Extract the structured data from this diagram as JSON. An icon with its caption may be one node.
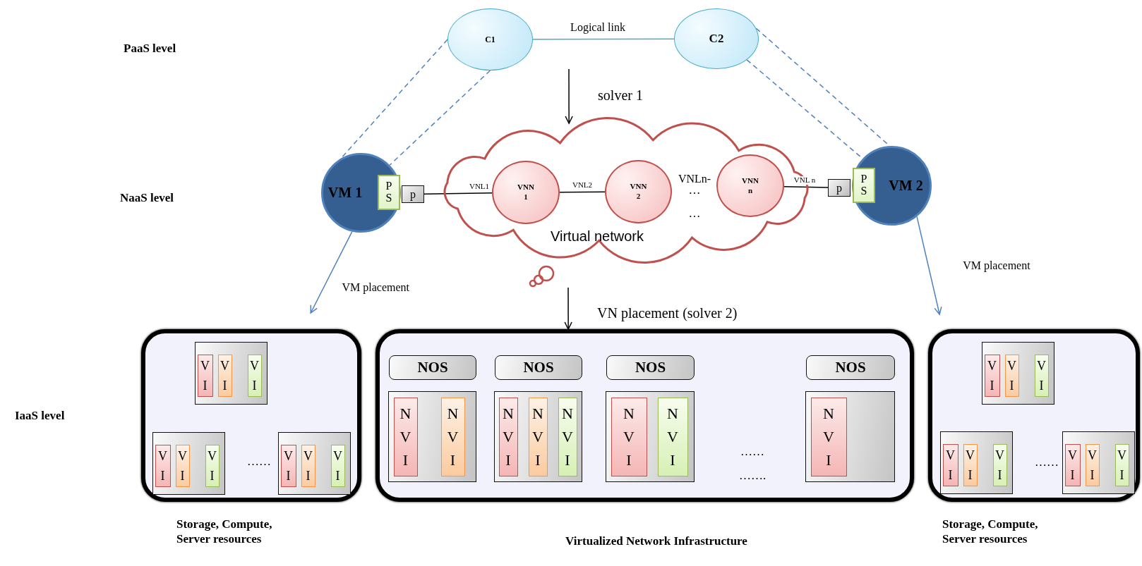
{
  "diagram": {
    "nodes": [
      {
        "text": [
          "C1"
        ]
      },
      {
        "text": [
          "C2"
        ]
      },
      {
        "text": [
          "VM 1"
        ]
      },
      {
        "text": [
          "P S"
        ],
        "in": 2
      },
      {
        "text": [
          "p"
        ]
      },
      {
        "text": [
          "Virtual network"
        ]
      },
      {
        "text": [
          "VNN 1"
        ],
        "in": 5
      },
      {
        "text": [
          "VNN 2"
        ],
        "in": 5
      },
      {
        "text": [
          "VNN n"
        ],
        "in": 5
      },
      {
        "text": [
          "p"
        ]
      },
      {
        "text": [
          "P S"
        ],
        "in": 11
      },
      {
        "text": [
          "VM 2"
        ]
      },
      {
        "text": [],
        "shape": "box",
        "beside": [
          "Storage, Compute, Server resources"
        ]
      },
      {
        "text": [],
        "shape": "box",
        "in": 12
      },
      {
        "text": [
          "V I"
        ],
        "in": 13
      },
      {
        "text": [
          "V I"
        ],
        "in": 13
      },
      {
        "text": [
          "V I"
        ],
        "in": 13
      },
      {
        "text": [],
        "shape": "box",
        "in": 12
      },
      {
        "text": [
          "V I"
        ],
        "in": 17
      },
      {
        "text": [
          "V I"
        ],
        "in": 17
      },
      {
        "text": [
          "V I"
        ],
        "in": 17
      },
      {
        "text": [],
        "shape": "box",
        "in": 12
      },
      {
        "text": [
          "V I"
        ],
        "in": 21
      },
      {
        "text": [
          "V I"
        ],
        "in": 21
      },
      {
        "text": [
          "V I"
        ],
        "in": 21
      },
      {
        "text": [],
        "shape": "box",
        "beside": [
          "Virtualized Network Infrastructure"
        ]
      },
      {
        "text": [
          "NOS"
        ],
        "in": 25
      },
      {
        "text": [
          "NOS"
        ],
        "in": 25
      },
      {
        "text": [
          "NOS"
        ],
        "in": 25
      },
      {
        "text": [
          "NOS"
        ],
        "in": 25
      },
      {
        "text": [],
        "shape": "box",
        "in": 25
      },
      {
        "text": [
          "N V I"
        ],
        "in": 30
      },
      {
        "text": [
          "N V I"
        ],
        "in": 30
      },
      {
        "text": [],
        "shape": "box",
        "in": 25
      },
      {
        "text": [
          "N V I"
        ],
        "in": 33
      },
      {
        "text": [
          "N V I"
        ],
        "in": 33
      },
      {
        "text": [
          "N V I"
        ],
        "in": 33
      },
      {
        "text": [],
        "shape": "box",
        "in": 25
      },
      {
        "text": [
          "N V I"
        ],
        "in": 37
      },
      {
        "text": [
          "N V I"
        ],
        "in": 37
      },
      {
        "text": [],
        "shape": "box",
        "in": 25
      },
      {
        "text": [
          "N V I"
        ],
        "in": 40
      },
      {
        "text": [],
        "shape": "box",
        "beside": [
          "Storage, Compute, Server resources"
        ]
      },
      {
        "text": [],
        "shape": "box",
        "in": 42
      },
      {
        "text": [
          "V I"
        ],
        "in": 43
      },
      {
        "text": [
          "V I"
        ],
        "in": 43
      },
      {
        "text": [
          "V I"
        ],
        "in": 43
      },
      {
        "text": [],
        "shape": "box",
        "in": 42
      },
      {
        "text": [
          "V I"
        ],
        "in": 47
      },
      {
        "text": [
          "V I"
        ],
        "in": 47
      },
      {
        "text": [
          "V I"
        ],
        "in": 47
      },
      {
        "text": [],
        "shape": "box",
        "in": 42
      },
      {
        "text": [
          "V I"
        ],
        "in": 51
      },
      {
        "text": [
          "V I"
        ],
        "in": 51
      },
      {
        "text": [
          "V I"
        ],
        "in": 51
      }
    ],
    "edges": [
      {
        "from": 0,
        "to": 1,
        "arrow": "none",
        "label": "Logical link",
        "color": "#4bacc6"
      },
      {
        "from": 0,
        "to": 2,
        "arrow": "none",
        "style": "dashed"
      },
      {
        "from": 0,
        "to": 2,
        "arrow": "none",
        "style": "dashed"
      },
      {
        "from": 1,
        "to": 11,
        "arrow": "none",
        "style": "dashed"
      },
      {
        "from": 1,
        "to": 11,
        "arrow": "none",
        "style": "dashed"
      },
      {
        "from": null,
        "to": 5,
        "arrow": "to",
        "label": "solver 1",
        "color": "#000000"
      },
      {
        "from": 4,
        "to": 6,
        "arrow": "none",
        "label": "VNL1",
        "color": "#000000"
      },
      {
        "from": 6,
        "to": 7,
        "arrow": "none",
        "label": "VNL2",
        "color": "#000000"
      },
      {
        "from": 8,
        "to": 9,
        "arrow": "none",
        "label": "VNL n",
        "color": "#000000"
      },
      {
        "from": 2,
        "to": 12,
        "arrow": "to",
        "label": "VM placement"
      },
      {
        "from": 11,
        "to": 42,
        "arrow": "to",
        "label": "VM placement"
      },
      {
        "from": 5,
        "to": 25,
        "arrow": "to",
        "label": "VN placement (solver 2)",
        "color": "#000000"
      }
    ],
    "labels": [
      "PaaS level",
      "NaaS level",
      "VNLn-",
      "…",
      "…",
      "IaaS level",
      "……",
      "……",
      "…….",
      "……"
    ]
  }
}
